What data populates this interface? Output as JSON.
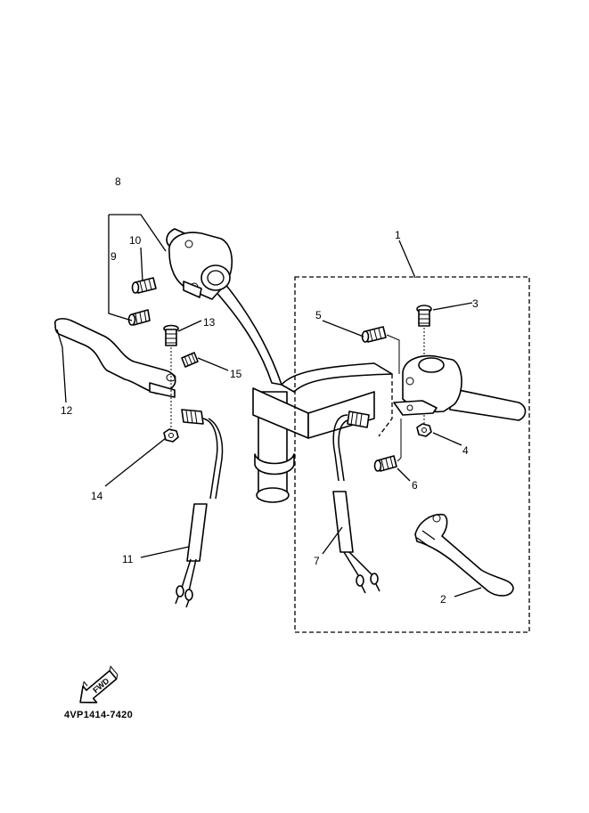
{
  "parts": {
    "p1": "1",
    "p2": "2",
    "p3": "3",
    "p4": "4",
    "p5": "5",
    "p6": "6",
    "p7": "7",
    "p8": "8",
    "p9": "9",
    "p10": "10",
    "p11": "11",
    "p12": "12",
    "p13": "13",
    "p14": "14",
    "p15": "15"
  },
  "fwd_badge": "FWD",
  "diagram_code": "4VP1414-7420"
}
